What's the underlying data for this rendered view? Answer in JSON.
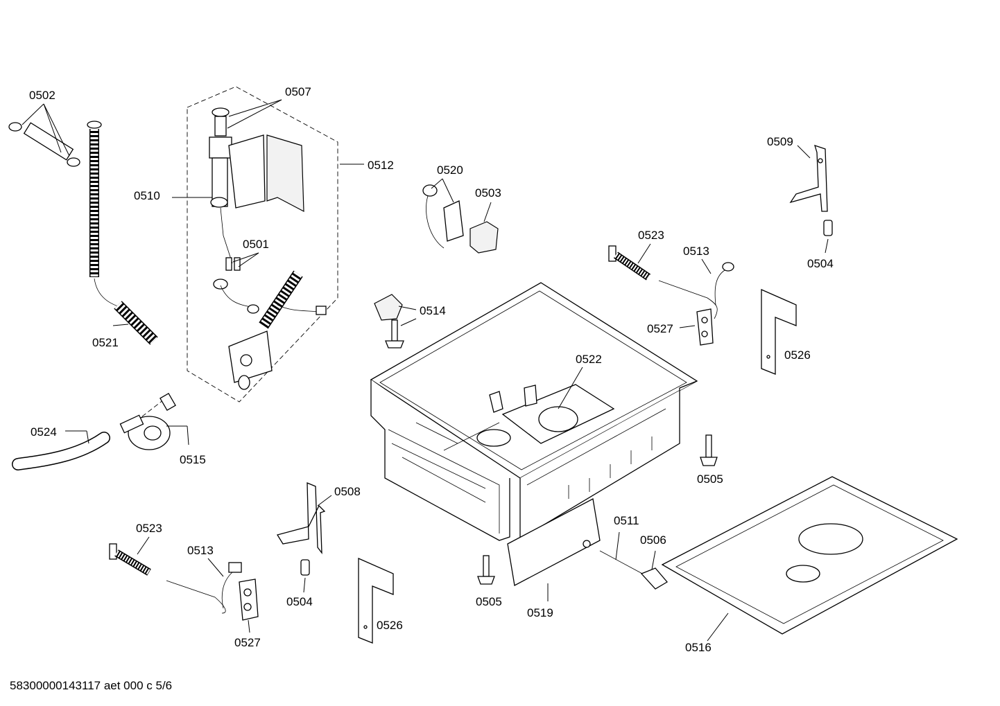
{
  "labels": {
    "p0502": "0502",
    "p0507": "0507",
    "p0512": "0512",
    "p0510": "0510",
    "p0501": "0501",
    "p0521": "0521",
    "p0520": "0520",
    "p0503": "0503",
    "p0509": "0509",
    "p0504a": "0504",
    "p0523a": "0523",
    "p0513a": "0513",
    "p0527a": "0527",
    "p0514": "0514",
    "p0522": "0522",
    "p0526a": "0526",
    "p0524": "0524",
    "p0515": "0515",
    "p0505a": "0505",
    "p0508": "0508",
    "p0511": "0511",
    "p0506": "0506",
    "p0523b": "0523",
    "p0513b": "0513",
    "p0504b": "0504",
    "p0527b": "0527",
    "p0526b": "0526",
    "p0505b": "0505",
    "p0519": "0519",
    "p0516": "0516"
  },
  "footer": "58300000143117 aet 000 c 5/6"
}
